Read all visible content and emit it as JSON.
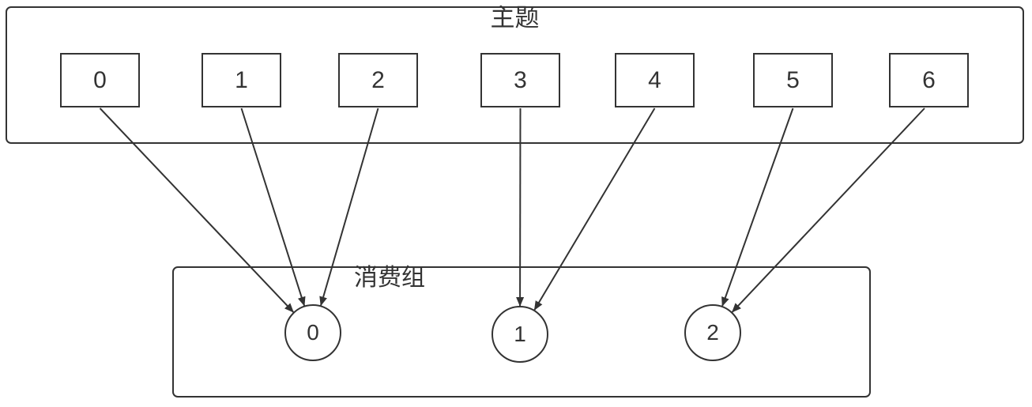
{
  "diagram": {
    "topic": {
      "title": "主题",
      "partitions": [
        "0",
        "1",
        "2",
        "3",
        "4",
        "5",
        "6"
      ]
    },
    "consumer_group": {
      "title": "消费组",
      "consumers": [
        "0",
        "1",
        "2"
      ]
    },
    "assignments": [
      {
        "partition": 0,
        "consumer": 0
      },
      {
        "partition": 1,
        "consumer": 0
      },
      {
        "partition": 2,
        "consumer": 0
      },
      {
        "partition": 3,
        "consumer": 1
      },
      {
        "partition": 4,
        "consumer": 1
      },
      {
        "partition": 5,
        "consumer": 2
      },
      {
        "partition": 6,
        "consumer": 2
      }
    ],
    "colors": {
      "stroke": "#333333",
      "background": "#ffffff",
      "text": "#333333"
    }
  }
}
